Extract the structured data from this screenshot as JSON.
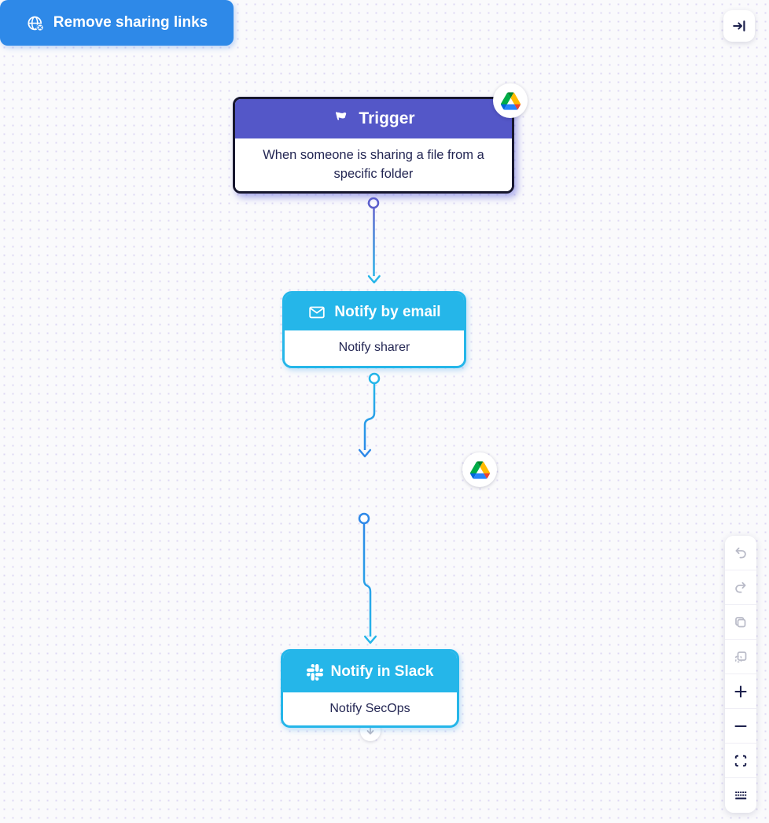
{
  "app": {
    "view": "workflow-canvas"
  },
  "top_bar": {
    "collapse_button": {
      "icon": "arrow-to-bar-icon"
    }
  },
  "workflow": {
    "trigger": {
      "title": "Trigger",
      "description": "When someone is sharing a file from a specific folder",
      "icon": "flag-icon",
      "service_badge": "google-drive",
      "header_color": "#5457c8",
      "border_color": "#17172e"
    },
    "notify_email": {
      "title": "Notify by email",
      "description": "Notify sharer",
      "icon": "envelope-icon",
      "accent_color": "#25b6e9"
    },
    "remove_links": {
      "title": "Remove sharing links",
      "icon": "globe-off-icon",
      "service_badge": "google-drive",
      "color": "#2e89e8"
    },
    "notify_slack": {
      "title": "Notify in Slack",
      "description": "Notify SecOps",
      "icon": "slack-icon",
      "accent_color": "#25b6e9"
    }
  },
  "connectors": [
    {
      "from": "trigger",
      "to": "notify_email",
      "gradient": [
        "#6064ce",
        "#25b6e9"
      ]
    },
    {
      "from": "notify_email",
      "to": "remove_links",
      "gradient": [
        "#25b6e9",
        "#2e89e8"
      ]
    },
    {
      "from": "remove_links",
      "to": "notify_slack",
      "gradient": [
        "#2e89e8",
        "#25b6e9"
      ]
    }
  ],
  "canvas_toolbar": {
    "buttons": [
      {
        "name": "undo",
        "icon": "undo-icon",
        "enabled": false
      },
      {
        "name": "redo",
        "icon": "redo-icon",
        "enabled": false
      },
      {
        "name": "copy",
        "icon": "copy-icon",
        "enabled": false
      },
      {
        "name": "duplicate",
        "icon": "duplicate-icon",
        "enabled": false
      },
      {
        "name": "zoom-in",
        "icon": "plus-icon",
        "enabled": true
      },
      {
        "name": "zoom-out",
        "icon": "minus-icon",
        "enabled": true
      },
      {
        "name": "fit-view",
        "icon": "fit-screen-icon",
        "enabled": true
      },
      {
        "name": "grid",
        "icon": "grid-dock-icon",
        "enabled": true
      }
    ]
  },
  "colors": {
    "background": "#fafafc",
    "dot_grid": "#ddd8f3",
    "trigger_purple": "#5457c8",
    "cyan": "#25b6e9",
    "blue": "#2e89e8",
    "text_navy": "#232653",
    "toolbar_disabled": "#b9bbc8",
    "toolbar_enabled": "#1d214d"
  }
}
